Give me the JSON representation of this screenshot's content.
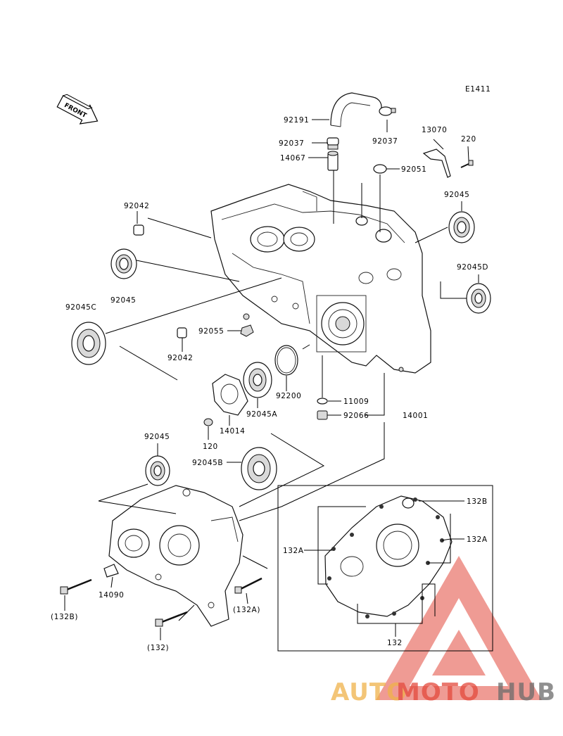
{
  "diagram_code": "E1411",
  "front_arrow": {
    "label": "FRONT",
    "icon": "front-arrow-icon"
  },
  "parts": {
    "p92191": "92191",
    "p92037a": "92037",
    "p92037b": "92037",
    "p14067": "14067",
    "p13070": "13070",
    "p220": "220",
    "p92051": "92051",
    "p92042a": "92042",
    "p92045_top_right": "92045",
    "p92045D": "92045D",
    "p92045_left": "92045",
    "p92045C": "92045C",
    "p92055": "92055",
    "p92042b": "92042",
    "p92200": "92200",
    "p11009": "11009",
    "p92066": "92066",
    "p14001": "14001",
    "p92045A": "92045A",
    "p14014": "14014",
    "p120": "120",
    "p92045_lower": "92045",
    "p92045B": "92045B",
    "p14090": "14090",
    "p132B_paren": "(132B)",
    "p132A_paren": "(132A)",
    "p132_paren": "(132)",
    "p132B": "132B",
    "p132A_left": "132A",
    "p132A_right": "132A",
    "p132": "132"
  },
  "watermark": {
    "brand_auto": "AUTO",
    "brand_moto": "MOTO",
    "brand_hub": "HUB",
    "color_red": "#e34a3d",
    "color_orange": "#f0b24a",
    "color_gray": "#6b6b6b"
  }
}
